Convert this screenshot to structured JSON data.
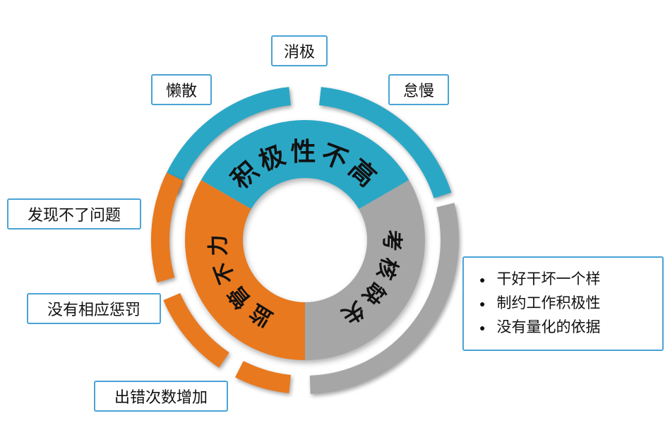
{
  "page": {
    "background": "#ffffff"
  },
  "colors": {
    "teal": "#2ba7c6",
    "orange": "#e8791f",
    "gray": "#a6a6a6",
    "callout_border": "#4aa3d6",
    "label_text": "#111111"
  },
  "donut": {
    "segments": [
      {
        "id": "low-motivation",
        "label": "积极性不高",
        "color": "#2ba7c6"
      },
      {
        "id": "assessment-missing",
        "label": "考核缺失",
        "color": "#a6a6a6"
      },
      {
        "id": "weak-supervision",
        "label": "监管不力",
        "color": "#e8791f"
      }
    ]
  },
  "callouts": [
    {
      "id": "passive",
      "label": "消极"
    },
    {
      "id": "lazy",
      "label": "懒散"
    },
    {
      "id": "negligent",
      "label": "怠慢"
    },
    {
      "id": "cannot-find-problems",
      "label": "发现不了问题"
    },
    {
      "id": "no-punishment",
      "label": "没有相应惩罚"
    },
    {
      "id": "errors-increase",
      "label": "出错次数增加"
    }
  ],
  "bullet_box": {
    "bullet": "●",
    "items": [
      {
        "text": "干好干坏一个样"
      },
      {
        "text": "制约工作积极性"
      },
      {
        "text": "没有量化的依据"
      }
    ]
  }
}
